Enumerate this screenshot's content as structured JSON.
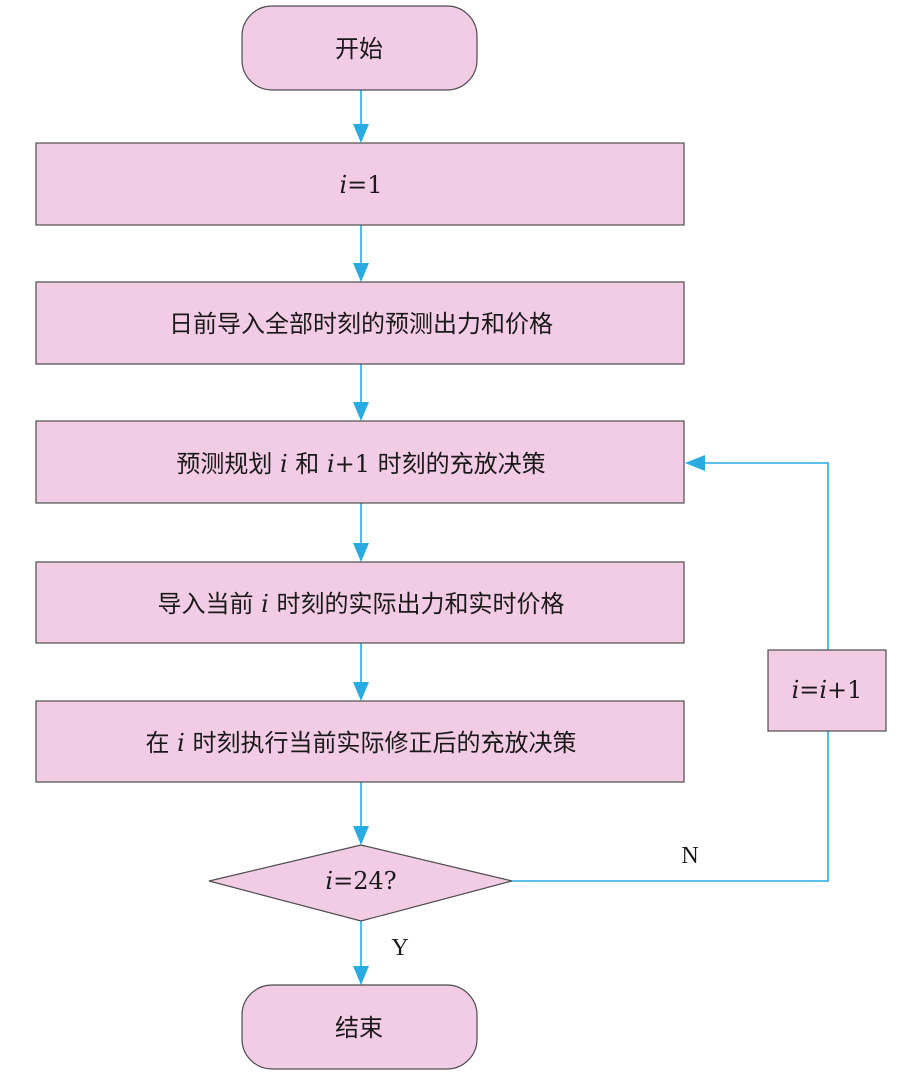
{
  "nodes": {
    "start": {
      "label": "开始"
    },
    "init": {
      "var": "i",
      "rest": "=1"
    },
    "import_forecast": {
      "label": "日前导入全部时刻的预测出力和价格"
    },
    "plan": {
      "pre": "预测规划 ",
      "var1": "i",
      "mid": " 和 ",
      "var2": "i",
      "post": "+1 时刻的充放决策"
    },
    "import_actual": {
      "pre": "导入当前 ",
      "var": "i",
      "post": " 时刻的实际出力和实时价格"
    },
    "execute": {
      "pre": "在 ",
      "var": "i",
      "post": " 时刻执行当前实际修正后的充放决策"
    },
    "decision": {
      "var": "i",
      "rest": "=24?"
    },
    "increment": {
      "var1": "i",
      "eq": "=",
      "var2": "i",
      "rest": "+1"
    },
    "end": {
      "label": "结束"
    }
  },
  "edge_labels": {
    "no": "N",
    "yes": "Y"
  },
  "colors": {
    "node_fill": "#f2cbe4",
    "node_stroke": "#4d4d4d",
    "edge": "#29abe2"
  }
}
